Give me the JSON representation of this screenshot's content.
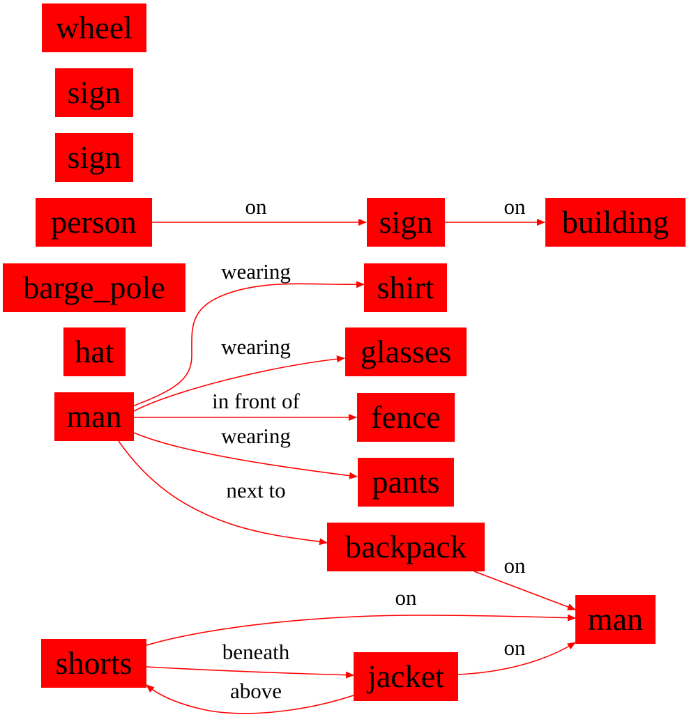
{
  "graph": {
    "edge_color": "#ff0000",
    "node_color": "#ff0000",
    "nodes": [
      {
        "id": "wheel",
        "label": "wheel"
      },
      {
        "id": "sign1",
        "label": "sign"
      },
      {
        "id": "sign2",
        "label": "sign"
      },
      {
        "id": "person",
        "label": "person"
      },
      {
        "id": "barge_pole",
        "label": "barge_pole"
      },
      {
        "id": "hat",
        "label": "hat"
      },
      {
        "id": "man1",
        "label": "man"
      },
      {
        "id": "shorts",
        "label": "shorts"
      },
      {
        "id": "sign3",
        "label": "sign"
      },
      {
        "id": "shirt",
        "label": "shirt"
      },
      {
        "id": "glasses",
        "label": "glasses"
      },
      {
        "id": "fence",
        "label": "fence"
      },
      {
        "id": "pants",
        "label": "pants"
      },
      {
        "id": "backpack",
        "label": "backpack"
      },
      {
        "id": "jacket",
        "label": "jacket"
      },
      {
        "id": "building",
        "label": "building"
      },
      {
        "id": "man2",
        "label": "man"
      }
    ],
    "edges": [
      {
        "id": "e1",
        "from": "person",
        "to": "sign3",
        "label": "on"
      },
      {
        "id": "e2",
        "from": "sign3",
        "to": "building",
        "label": "on"
      },
      {
        "id": "e3",
        "from": "man1",
        "to": "shirt",
        "label": "wearing"
      },
      {
        "id": "e4",
        "from": "man1",
        "to": "glasses",
        "label": "wearing"
      },
      {
        "id": "e5",
        "from": "man1",
        "to": "fence",
        "label": "in front of"
      },
      {
        "id": "e6",
        "from": "man1",
        "to": "pants",
        "label": "wearing"
      },
      {
        "id": "e7",
        "from": "man1",
        "to": "backpack",
        "label": "next to"
      },
      {
        "id": "e8",
        "from": "backpack",
        "to": "man2",
        "label": "on"
      },
      {
        "id": "e9",
        "from": "shorts",
        "to": "man2",
        "label": "on"
      },
      {
        "id": "e10",
        "from": "shorts",
        "to": "jacket",
        "label": "beneath"
      },
      {
        "id": "e11",
        "from": "jacket",
        "to": "shorts",
        "label": "above"
      },
      {
        "id": "e12",
        "from": "jacket",
        "to": "man2",
        "label": "on"
      }
    ]
  }
}
